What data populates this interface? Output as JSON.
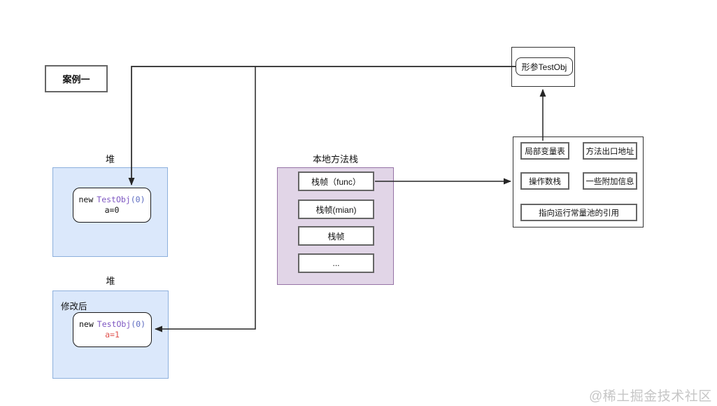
{
  "case_label": "案例一",
  "heap1": {
    "label": "堆",
    "obj_new": "new",
    "obj_type": "TestObj",
    "obj_args": "(0)",
    "obj_value": "a=0"
  },
  "heap2": {
    "label": "堆",
    "note": "修改后",
    "obj_new": "new",
    "obj_type": "TestObj",
    "obj_args": "(0)",
    "obj_value": "a=1"
  },
  "native_stack": {
    "label": "本地方法栈",
    "frames": [
      "栈帧（func）",
      "栈帧(mian)",
      "栈帧",
      "..."
    ]
  },
  "param_box": {
    "label": "形参TestObj"
  },
  "frame_detail": {
    "cells": [
      "局部变量表",
      "方法出口地址",
      "操作数栈",
      "一些附加信息",
      "指向运行常量池的引用"
    ]
  },
  "watermark": "@稀土掘金技术社区",
  "colors": {
    "heap_fill": "#dbe8fb",
    "heap_border": "#8db0dd",
    "stack_fill": "#e1d5e7",
    "stack_border": "#9673a6",
    "code_type_purple": "#7e57c2",
    "code_paren_blue": "#5c6bc0",
    "value_red": "#e0524d",
    "cell_border_gray": "#666666",
    "connector": "#262626",
    "watermark_gray": "#c6c6c6"
  }
}
